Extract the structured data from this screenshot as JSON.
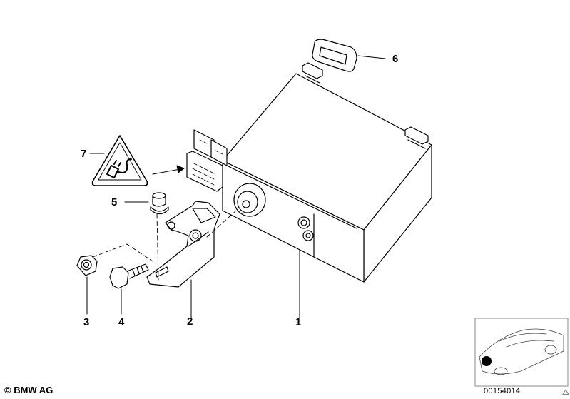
{
  "callouts": [
    {
      "id": "1",
      "label": "1"
    },
    {
      "id": "2",
      "label": "2"
    },
    {
      "id": "3",
      "label": "3"
    },
    {
      "id": "4",
      "label": "4"
    },
    {
      "id": "5",
      "label": "5"
    },
    {
      "id": "6",
      "label": "6"
    },
    {
      "id": "7",
      "label": "7"
    }
  ],
  "footer": {
    "copyright": "© BMW AG",
    "diagram_number": "00154014"
  },
  "colors": {
    "line": "#000000",
    "background": "#ffffff",
    "thumbnail_border": "#888888",
    "marker": "#000000"
  },
  "icons": [
    "warning-triangle-icon",
    "plug-icon",
    "car-thumbnail-icon"
  ]
}
